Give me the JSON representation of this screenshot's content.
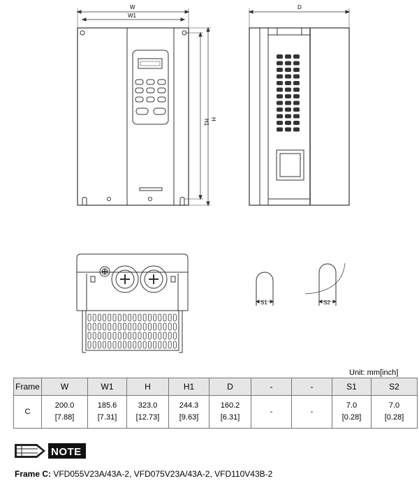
{
  "drawing_labels": {
    "w": "W",
    "w1": "W1",
    "h": "H",
    "h1": "H1",
    "d": "D",
    "s1": "S1",
    "s2": "S2"
  },
  "unit_note": "Unit: mm[inch]",
  "table": {
    "headers": [
      "Frame",
      "W",
      "W1",
      "H",
      "H1",
      "D",
      "-",
      "-",
      "S1",
      "S2"
    ],
    "row": {
      "frame": "C",
      "cells": [
        [
          "200.0",
          "[7.88]"
        ],
        [
          "185.6",
          "[7.31]"
        ],
        [
          "323.0",
          "[12.73]"
        ],
        [
          "244.3",
          "[9.63]"
        ],
        [
          "160.2",
          "[6.31]"
        ],
        [
          "-",
          ""
        ],
        [
          "-",
          ""
        ],
        [
          "7.0",
          "[0.28]"
        ],
        [
          "7.0",
          "[0.28]"
        ]
      ]
    }
  },
  "note_label": "NOTE",
  "frame_line": {
    "label": "Frame C:",
    "models": " VFD055V23A/43A-2, VFD075V23A/43A-2, VFD110V43B-2"
  }
}
